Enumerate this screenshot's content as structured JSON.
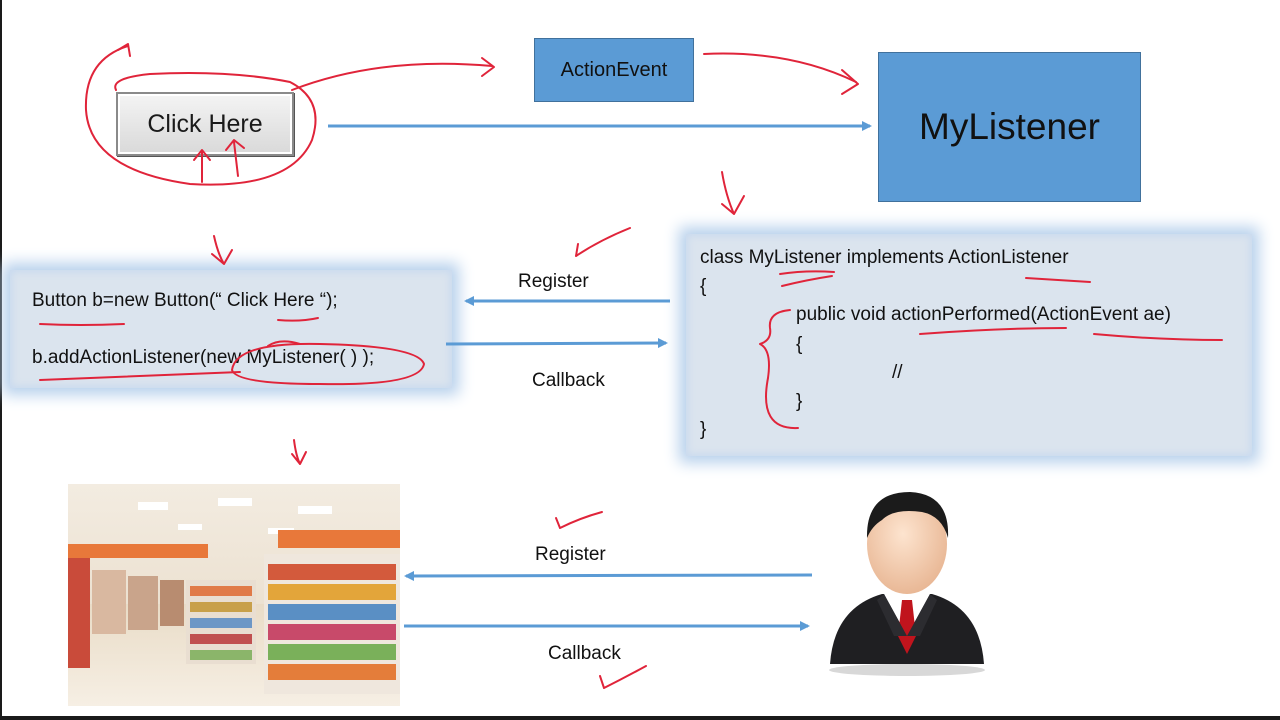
{
  "button": {
    "label": "Click Here"
  },
  "boxes": {
    "action_event": "ActionEvent",
    "my_listener": "MyListener"
  },
  "code_left": [
    "Button b=new Button(“ Click Here “);",
    "b.addActionListener(new MyListener( ) );"
  ],
  "code_right": [
    "class MyListener implements ActionListener",
    "{",
    "public void actionPerformed(ActionEvent ae)",
    "{",
    "//",
    "}",
    "}"
  ],
  "labels": {
    "register_top": "Register",
    "callback_top": "Callback",
    "register_bottom": "Register",
    "callback_bottom": "Callback"
  },
  "colors": {
    "box_blue": "#5b9bd5",
    "arrow_blue": "#5b9bd5",
    "code_bg": "#dbe4ee",
    "annotation_red": "#e0243a"
  },
  "images": {
    "store": "supermarket-aisle-photo",
    "person": "businessman-avatar-icon"
  }
}
